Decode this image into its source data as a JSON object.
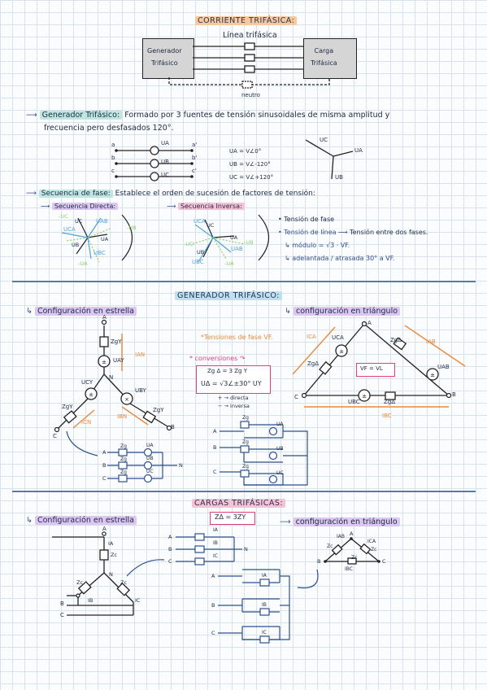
{
  "section1": {
    "title": "CORRIENTE TRIFÁSICA:",
    "generator_box": "Generador\nTrifásico",
    "load_box": "Carga\nTrifásica",
    "line_label": "Línea trifásica",
    "neutral_label": "neutro"
  },
  "generator_def": {
    "term": "Generador Trifásico:",
    "text1": "Formado por 3 fuentes de tensión sinusoidales de misma amplitud y",
    "text2": "frecuencia pero desfasados 120°."
  },
  "phase_diagram": {
    "terminals_left": [
      "a",
      "b",
      "c"
    ],
    "terminals_right": [
      "a'",
      "b'",
      "c'"
    ],
    "sources": [
      "UA",
      "UB",
      "UC"
    ],
    "equations": [
      "UA = V∠0°",
      "UB = V∠-120°",
      "UC = V∠+120°"
    ],
    "phasors": [
      "UC",
      "UA",
      "UB"
    ]
  },
  "sequence": {
    "term": "Secuencia de fase:",
    "text": "Establece el orden de sucesión de factores de tensión:",
    "direct": "Secuencia Directa:",
    "inverse": "Secuencia Inversa:",
    "direct_labels": [
      "UAB",
      "UCA",
      "UBC",
      "UA",
      "UB",
      "UC",
      "-UB",
      "-UA",
      "-UC"
    ],
    "inverse_labels": [
      "UC",
      "UA",
      "UB",
      "UAB",
      "UCA",
      "UBC",
      "-UB",
      "-UA",
      "-UC"
    ],
    "notes": [
      "Tensión de fase",
      "Tensión de línea",
      "Tensión entre dos fases.",
      "módulo = √3 · VF.",
      "adelantada / atrasada 30° a VF."
    ]
  },
  "section2": {
    "title": "GENERADOR TRIFÁSICO:",
    "star": "Configuración en estrella",
    "triangle": "configuración en triángulo",
    "phase_voltages": "*Tensiones de fase VF.",
    "conversions": "conversiones",
    "conv1": "Zg Δ = 3 Zg Y",
    "conv2": "UΔ = √3∠±30° UY",
    "legend1": "+ → directa",
    "legend2": "− → inversa",
    "vf_box": "VF = VL",
    "star_labels": {
      "a": "A",
      "n": "N",
      "b": "B",
      "c": "C",
      "zgy": "ZgY",
      "uay": "UAY",
      "ubyl": "UBY",
      "ucy": "UCY",
      "ian": "IAN",
      "ibn": "IBN",
      "icn": "ICN"
    },
    "tri_labels": {
      "a": "A",
      "b": "B",
      "c": "C",
      "zga": "ZgΔ",
      "uca": "UCA",
      "uab": "UAB",
      "ubc": "UBC",
      "ica": "ICA",
      "iab": "IAB",
      "ibc": "IBC",
      "zgb": "ZgΔ",
      "zgc": "ZgΔ"
    },
    "circuit1_labels": [
      "A",
      "B",
      "C",
      "N",
      "Zg",
      "Zg",
      "Zg",
      "UA",
      "UB",
      "UC"
    ],
    "circuit2_labels": [
      "A",
      "B",
      "C",
      "Zg",
      "Zg",
      "Zg",
      "UA",
      "UB",
      "UC"
    ]
  },
  "section3": {
    "title": "CARGAS TRIFÁSICAS:",
    "formula": "ZΔ = 3ZY",
    "star": "Configuración en estrella",
    "triangle": "configuración en triángulo",
    "star_labels": [
      "A",
      "IA",
      "Zc",
      "N",
      "Zc",
      "Zc",
      "IB",
      "IC",
      "B",
      "C"
    ],
    "circuit1_labels": [
      "A",
      "B",
      "C",
      "IA",
      "IB",
      "IC",
      "N"
    ],
    "circuit2_labels": [
      "A",
      "B",
      "C",
      "IA",
      "IB",
      "IC"
    ],
    "tri_labels": [
      "IAB",
      "ICA",
      "Zc",
      "Zc",
      "Zc",
      "IBC",
      "A",
      "B",
      "C"
    ]
  },
  "colors": {
    "orange": "#e98a3c",
    "pink": "#e0407e",
    "blue": "#2b4f8e",
    "teal": "#3ba9a0",
    "lightblue": "#4da6d9",
    "green": "#8ccf6a"
  }
}
